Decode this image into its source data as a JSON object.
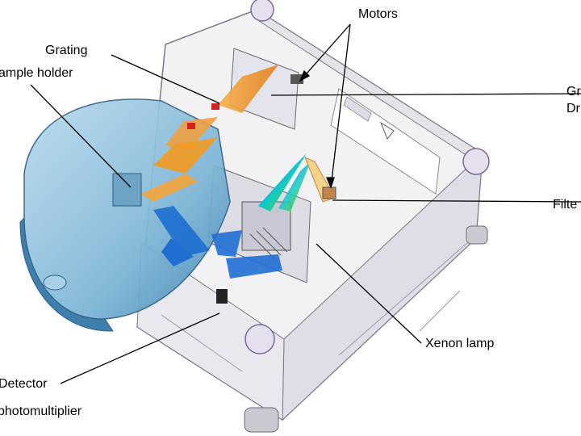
{
  "labels": {
    "motors": "Motors",
    "grating": "Grating",
    "sample_holder": "ample holder",
    "gr_top": "Gr",
    "gr_bottom": "Dr",
    "filter": "Filte",
    "xenon_lamp": "Xenon lamp",
    "detector": "Detector",
    "photomultiplier": "photomultiplier"
  },
  "colors": {
    "chassis": "#f2f2f4",
    "chassis_edge": "#7a7a88",
    "sample_chamber": "#8fc3de",
    "excitation_beam": "#f29a1e",
    "emission_beam": "#1f6fd1",
    "leader_line": "#000000"
  }
}
